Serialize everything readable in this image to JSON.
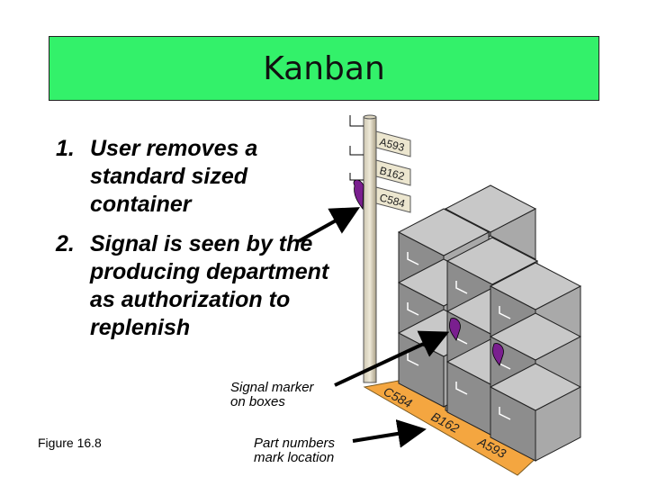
{
  "title": "Kanban",
  "steps": [
    {
      "number": "1.",
      "text": "User removes a standard sized container"
    },
    {
      "number": "2.",
      "text": "Signal is seen by the producing department as authorization to replenish"
    }
  ],
  "captions": {
    "signal_marker": [
      "Signal marker",
      "on boxes"
    ],
    "part_numbers": [
      "Part numbers",
      "mark location"
    ]
  },
  "figure_label": "Figure 16.8",
  "pole_signs": [
    "A593",
    "B162",
    "C584"
  ],
  "floor_labels": [
    "C584",
    "B162",
    "A593"
  ],
  "colors": {
    "title_bg": "#33f16a",
    "signal": "#7a1f8f",
    "floor": "#f4a640",
    "box": "#8d8d8d"
  }
}
